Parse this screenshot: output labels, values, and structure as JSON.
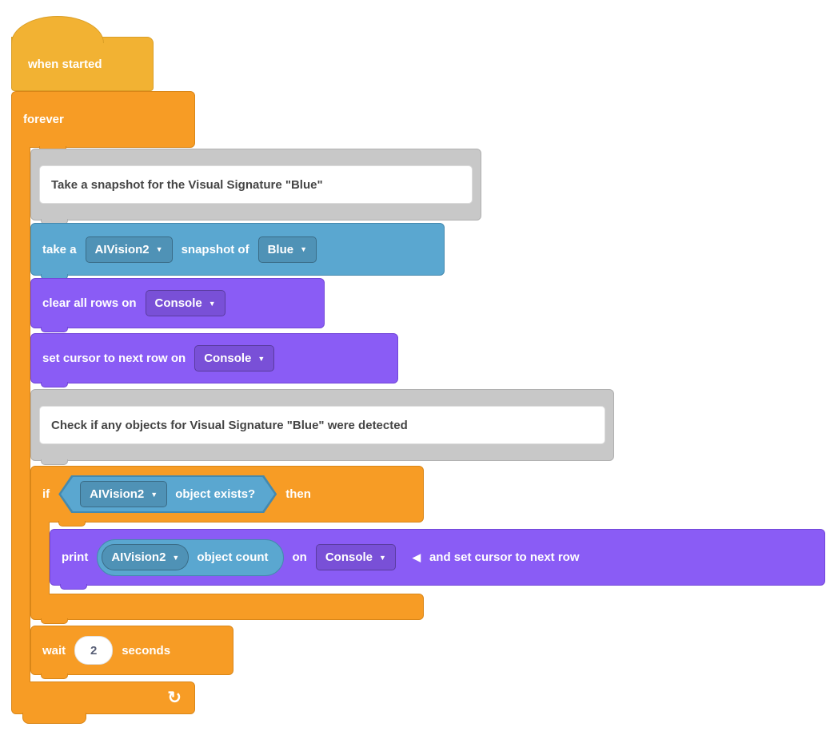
{
  "palette": {
    "event_fill": "#F2B233",
    "event_border": "#D99E26",
    "control_fill": "#F79C25",
    "control_border": "#D98618",
    "sensing_fill": "#5AA7D0",
    "sensing_border": "#4589AE",
    "console_fill": "#8A5CF5",
    "console_border": "#7246D8",
    "comment_fill": "#C8C8C8",
    "comment_text": "#454545",
    "canvas_bg": "#FFFFFF"
  },
  "icons": {
    "dropdown_caret": "▼",
    "collapse_left": "◀",
    "loop_arrow": "↻"
  },
  "script": {
    "when_started": {
      "label": "when started"
    },
    "forever": {
      "label": "forever"
    },
    "comment_snapshot": {
      "text": "Take a snapshot for the Visual Signature \"Blue\""
    },
    "take_snapshot": {
      "prefix": "take a",
      "device": "AIVision2",
      "middle": "snapshot of",
      "signature": "Blue"
    },
    "clear_rows": {
      "label": "clear all rows on",
      "target": "Console"
    },
    "set_cursor": {
      "label": "set cursor to next row on",
      "target": "Console"
    },
    "comment_check": {
      "text": "Check if any objects for Visual Signature \"Blue\" were detected"
    },
    "if_block": {
      "if_label": "if",
      "then_label": "then",
      "condition": {
        "device": "AIVision2",
        "label": "object exists?"
      }
    },
    "print_block": {
      "print_label": "print",
      "reporter": {
        "device": "AIVision2",
        "label": "object count"
      },
      "on_label": "on",
      "target": "Console",
      "suffix": "and set cursor to next row"
    },
    "wait_block": {
      "wait_label": "wait",
      "seconds_value": "2",
      "seconds_label": "seconds"
    }
  }
}
